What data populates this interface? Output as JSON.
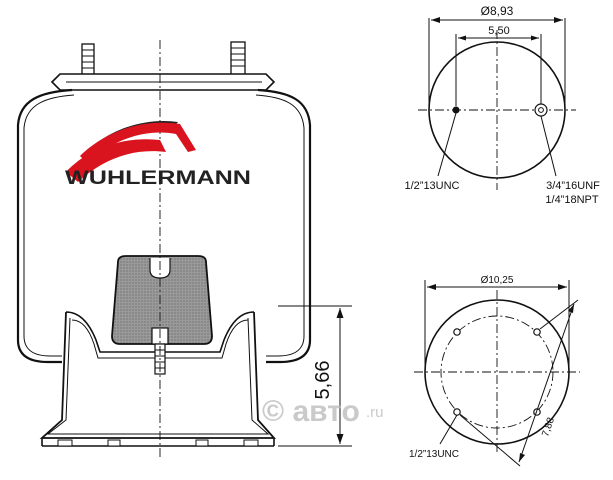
{
  "brand": {
    "name": "WUHLERMANN",
    "swoosh_dark": "#222222",
    "swoosh_red": "#d9141e"
  },
  "side_view": {
    "height_dim": "5,66"
  },
  "top_view": {
    "outer_diameter": "Ø8,93",
    "stud_spacing": "5,50",
    "left_thread": "1/2”13UNC",
    "right_thread_1": "3/4”16UNF",
    "right_thread_2": "1/4”18NPT"
  },
  "bottom_view": {
    "outer_diameter": "Ø10,25",
    "bolt_circle": "7,88",
    "thread": "1/2”13UNC"
  },
  "watermark": {
    "text": "© авто",
    "suffix": ".ru"
  },
  "colors": {
    "line": "#111111",
    "pad_fill": "#8e8e8e",
    "watermark": "#b9b9b9"
  }
}
